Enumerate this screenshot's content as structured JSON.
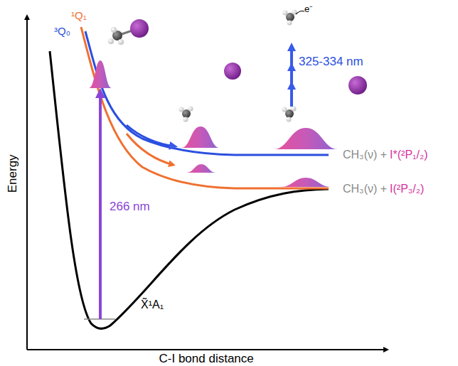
{
  "diagram": {
    "labels": [
      "Energy",
      "C-I bond distance",
      "266 nm",
      "325-334 nm",
      "e⁻",
      "¹Q₁",
      "³Q₀",
      "X̃¹A₁",
      "CH₃(ν) +",
      "I*(²P₁/₂)",
      "CH₃(ν) +",
      "I(²P₃/₂)"
    ]
  }
}
